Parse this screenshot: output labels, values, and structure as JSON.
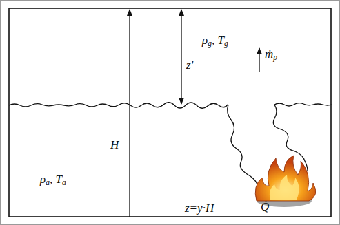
{
  "diagram": {
    "labels": [
      "ρg, Tg",
      "ṁp",
      "z'",
      "H",
      "ρa, Ta",
      "z=y·H",
      "Q̇"
    ]
  }
}
